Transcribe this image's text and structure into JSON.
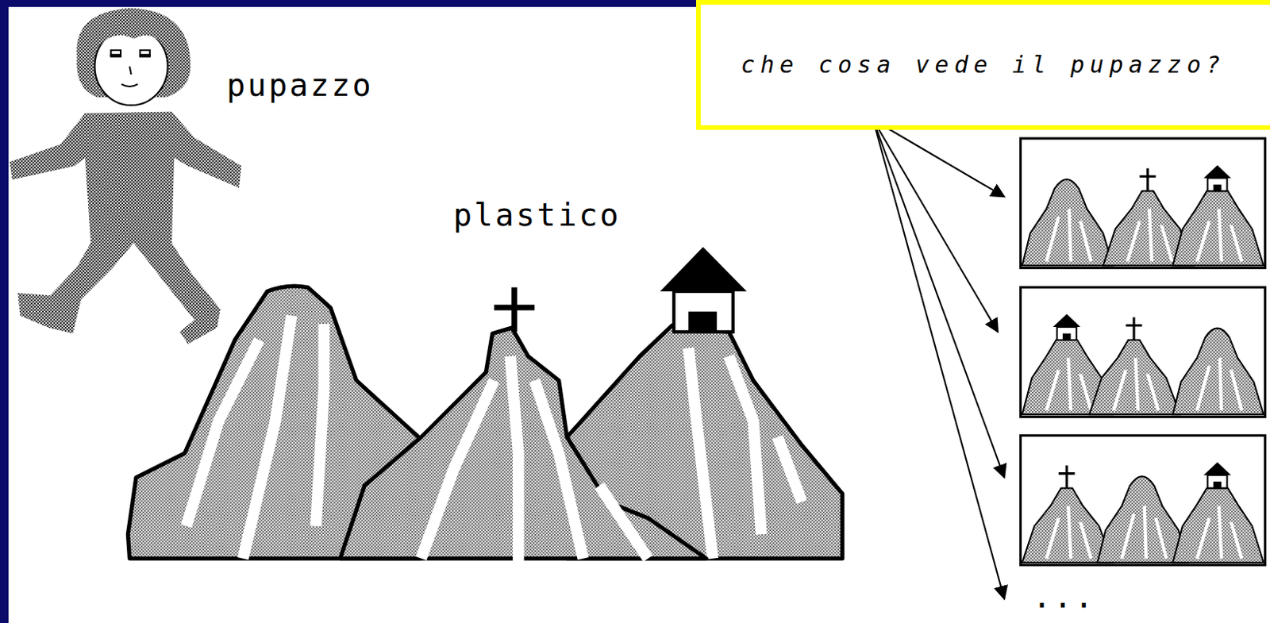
{
  "diagram": {
    "nodes": [
      {
        "text": [
          "che cosa vede il pupazzo?"
        ]
      }
    ],
    "labels": [
      "pupazzo",
      "plastico",
      "..."
    ]
  }
}
